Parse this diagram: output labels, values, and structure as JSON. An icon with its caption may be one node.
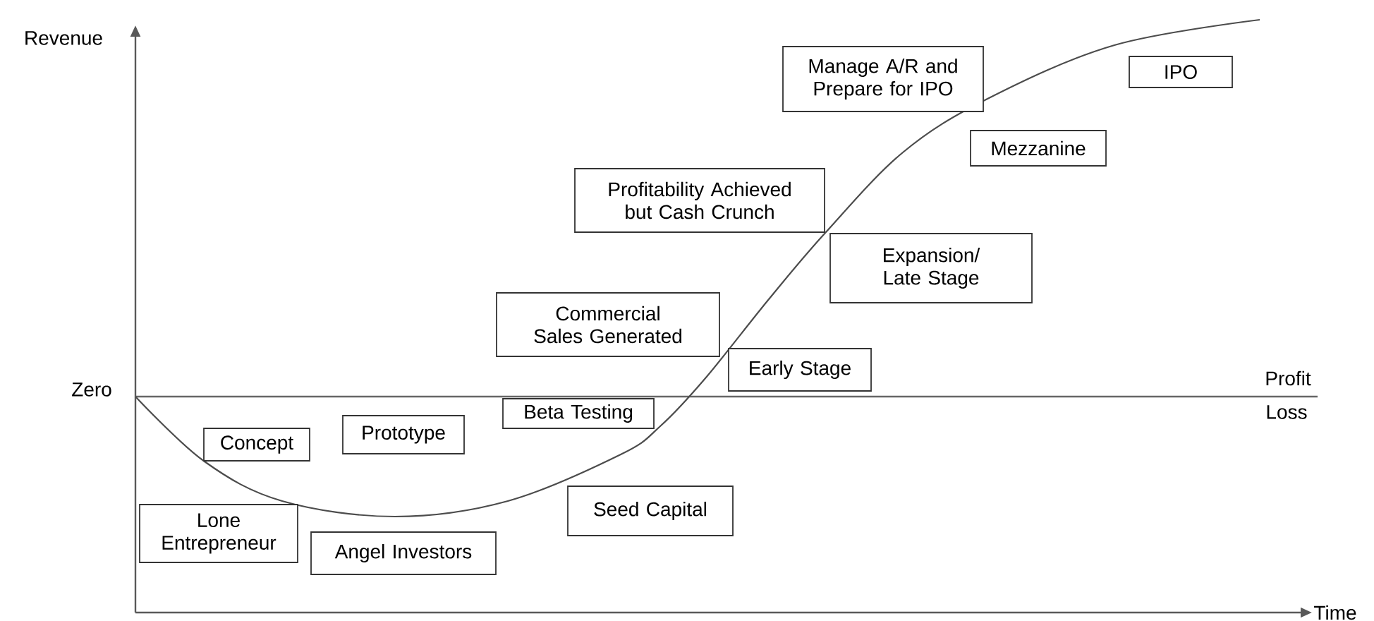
{
  "diagram": {
    "nodes": [
      {
        "text": [
          "Manage A/R and Prepare for IPO"
        ]
      },
      {
        "text": [
          "IPO"
        ]
      },
      {
        "text": [
          "Mezzanine"
        ]
      },
      {
        "text": [
          "Profitability Achieved but Cash Crunch"
        ]
      },
      {
        "text": [
          "Expansion/ Late Stage"
        ]
      },
      {
        "text": [
          "Commercial Sales Generated"
        ]
      },
      {
        "text": [
          "Early Stage"
        ]
      },
      {
        "text": [
          "Beta Testing"
        ]
      },
      {
        "text": [
          "Prototype"
        ]
      },
      {
        "text": [
          "Concept"
        ]
      },
      {
        "text": [
          "Seed Capital"
        ]
      },
      {
        "text": [
          "Lone Entrepreneur"
        ]
      },
      {
        "text": [
          "Angel Investors"
        ]
      }
    ],
    "edges": [],
    "labels": [
      "Revenue",
      "Zero",
      "Profit",
      "Loss",
      "Time"
    ]
  }
}
